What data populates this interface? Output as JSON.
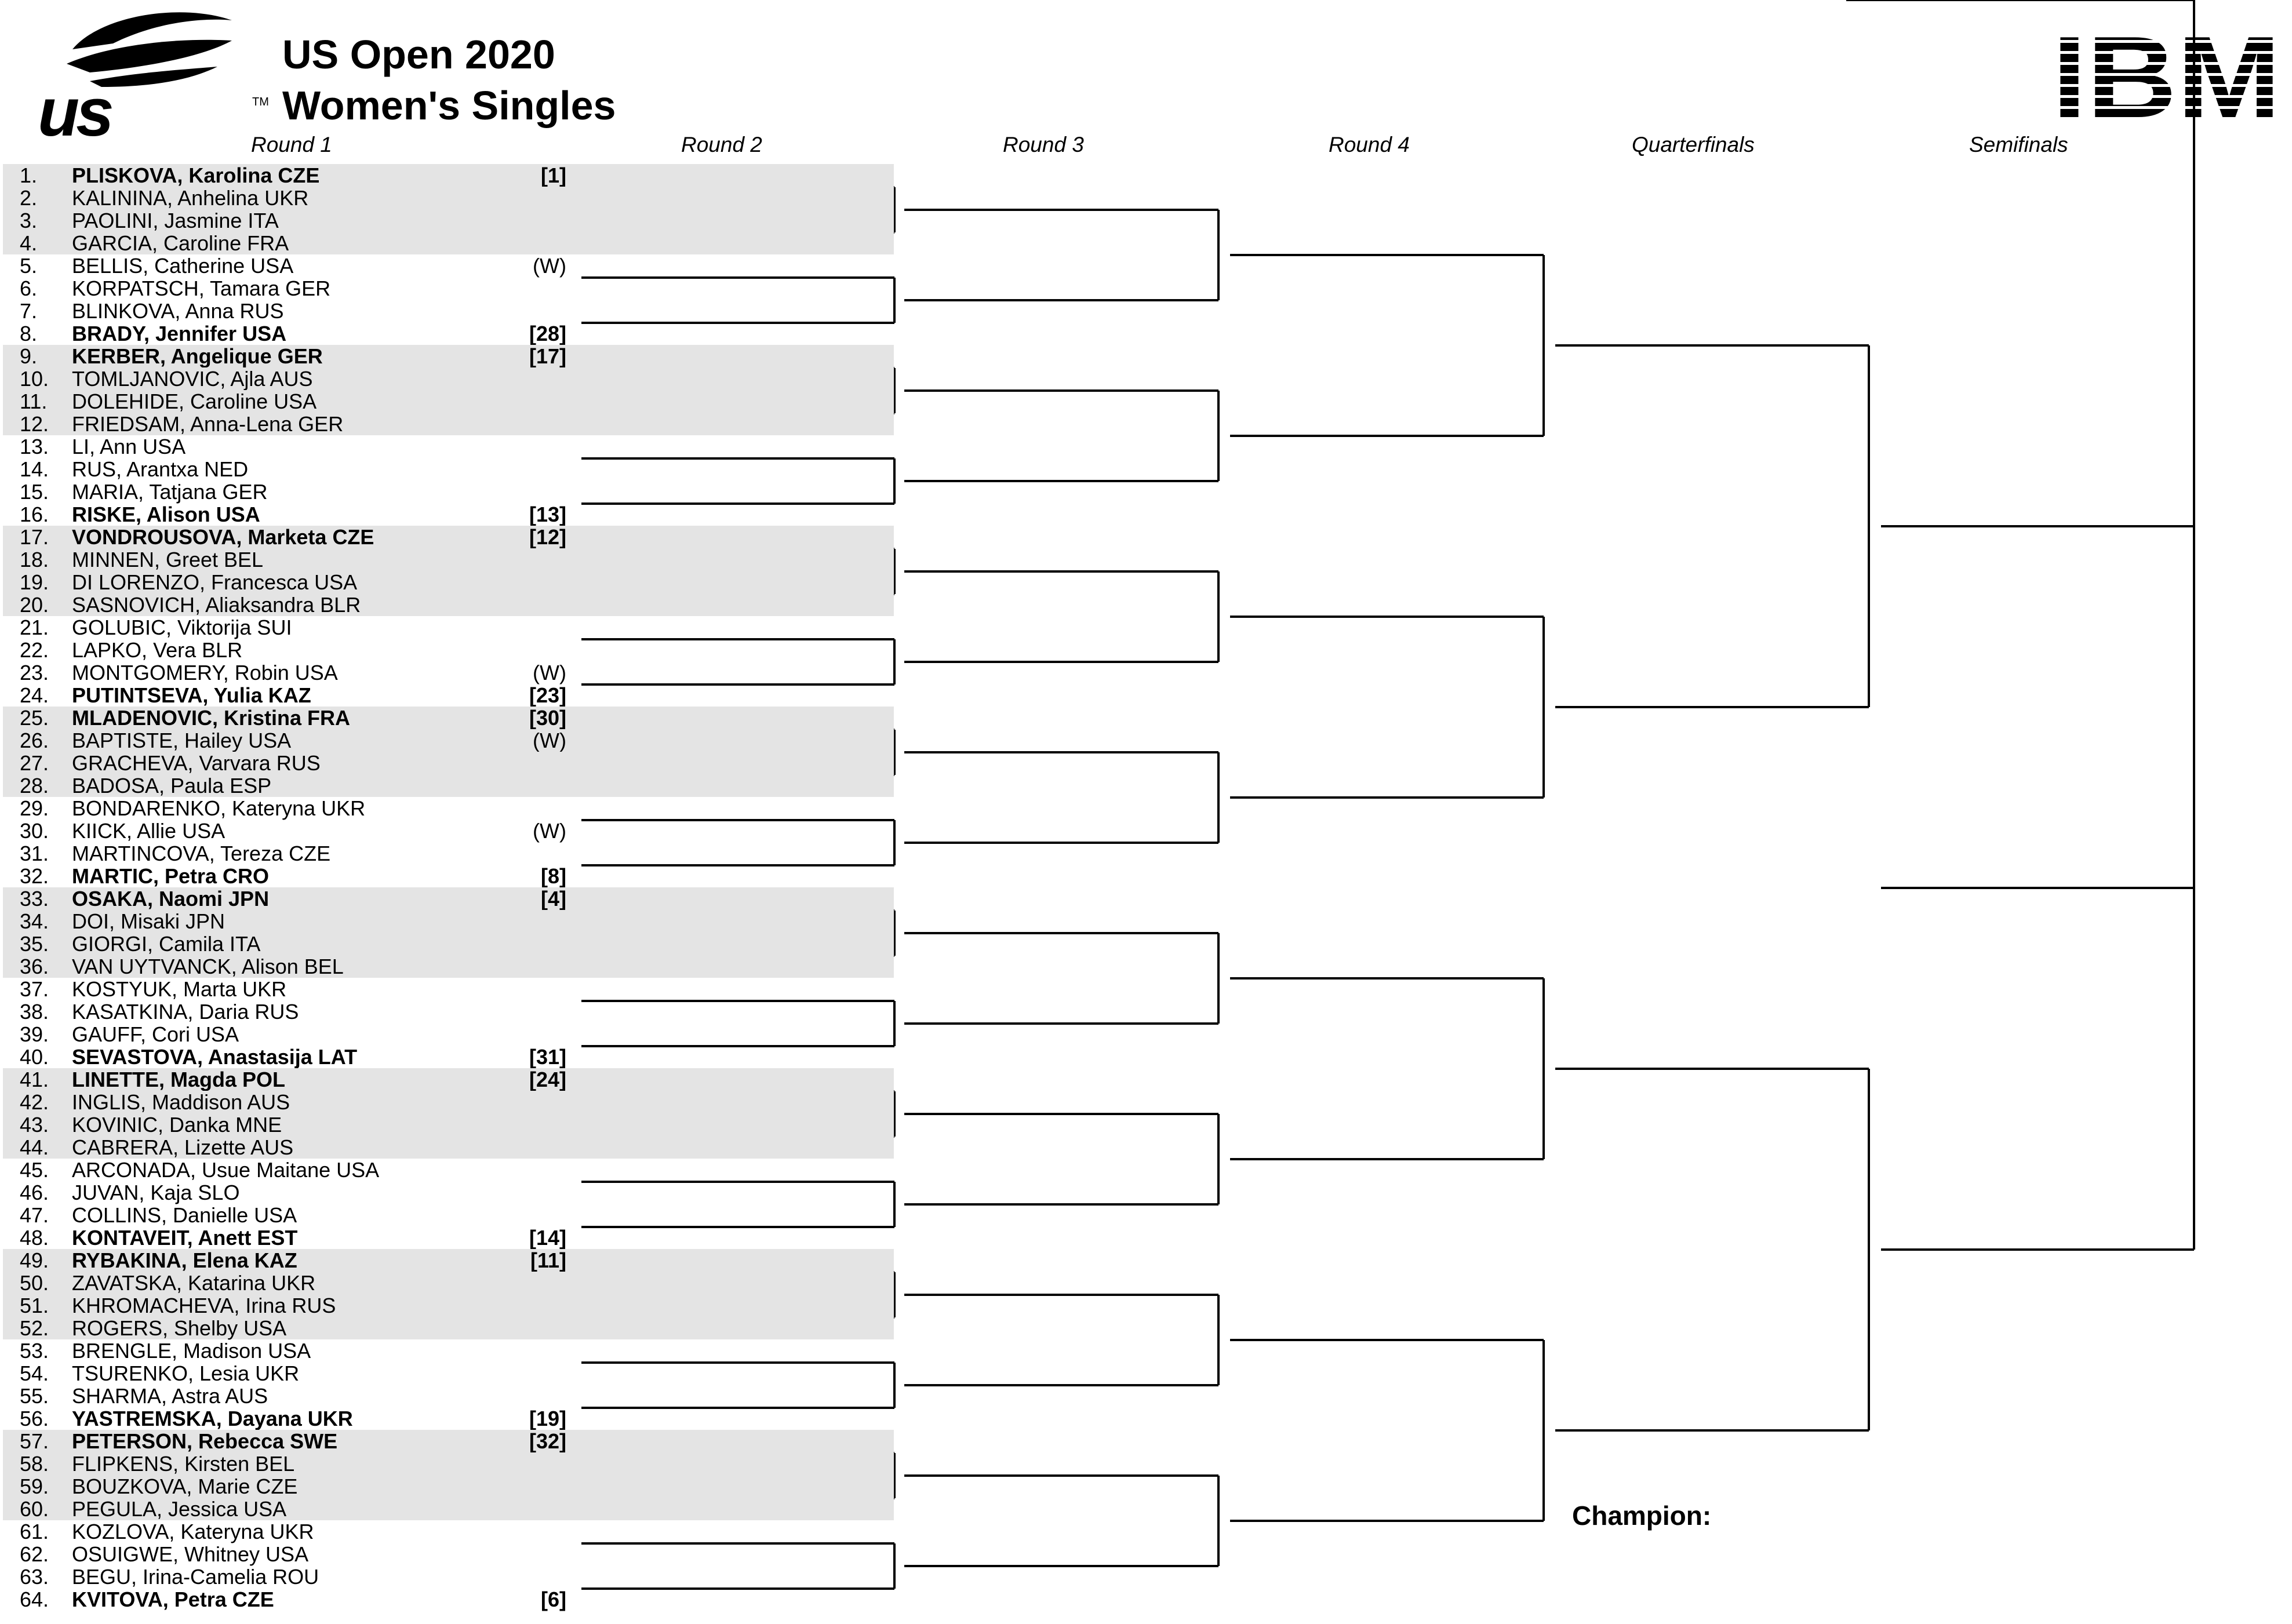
{
  "header": {
    "logo_text": "us open",
    "logo_tm": "TM",
    "title_line1": "US Open 2020",
    "title_line2": "Women's Singles",
    "sponsor": "IBM"
  },
  "rounds": [
    "Round 1",
    "Round 2",
    "Round 3",
    "Round 4",
    "Quarterfinals",
    "Semifinals"
  ],
  "champion_label": "Champion:",
  "draw": [
    {
      "num": "1.",
      "name": "PLISKOVA, Karolina CZE",
      "seed": "[1]"
    },
    {
      "num": "2.",
      "name": "KALININA, Anhelina UKR",
      "seed": ""
    },
    {
      "num": "3.",
      "name": "PAOLINI, Jasmine ITA",
      "seed": ""
    },
    {
      "num": "4.",
      "name": "GARCIA, Caroline FRA",
      "seed": ""
    },
    {
      "num": "5.",
      "name": "BELLIS, Catherine USA",
      "seed": "(W)"
    },
    {
      "num": "6.",
      "name": "KORPATSCH, Tamara GER",
      "seed": ""
    },
    {
      "num": "7.",
      "name": "BLINKOVA, Anna RUS",
      "seed": ""
    },
    {
      "num": "8.",
      "name": "BRADY, Jennifer USA",
      "seed": "[28]"
    },
    {
      "num": "9.",
      "name": "KERBER, Angelique GER",
      "seed": "[17]"
    },
    {
      "num": "10.",
      "name": "TOMLJANOVIC, Ajla AUS",
      "seed": ""
    },
    {
      "num": "11.",
      "name": "DOLEHIDE, Caroline USA",
      "seed": ""
    },
    {
      "num": "12.",
      "name": "FRIEDSAM, Anna-Lena GER",
      "seed": ""
    },
    {
      "num": "13.",
      "name": "LI, Ann USA",
      "seed": ""
    },
    {
      "num": "14.",
      "name": "RUS, Arantxa NED",
      "seed": ""
    },
    {
      "num": "15.",
      "name": "MARIA, Tatjana GER",
      "seed": ""
    },
    {
      "num": "16.",
      "name": "RISKE, Alison USA",
      "seed": "[13]"
    },
    {
      "num": "17.",
      "name": "VONDROUSOVA, Marketa CZE",
      "seed": "[12]"
    },
    {
      "num": "18.",
      "name": "MINNEN, Greet BEL",
      "seed": ""
    },
    {
      "num": "19.",
      "name": "DI LORENZO, Francesca USA",
      "seed": ""
    },
    {
      "num": "20.",
      "name": "SASNOVICH, Aliaksandra BLR",
      "seed": ""
    },
    {
      "num": "21.",
      "name": "GOLUBIC, Viktorija SUI",
      "seed": ""
    },
    {
      "num": "22.",
      "name": "LAPKO, Vera BLR",
      "seed": ""
    },
    {
      "num": "23.",
      "name": "MONTGOMERY, Robin USA",
      "seed": "(W)"
    },
    {
      "num": "24.",
      "name": "PUTINTSEVA, Yulia KAZ",
      "seed": "[23]"
    },
    {
      "num": "25.",
      "name": "MLADENOVIC, Kristina FRA",
      "seed": "[30]"
    },
    {
      "num": "26.",
      "name": "BAPTISTE, Hailey USA",
      "seed": "(W)"
    },
    {
      "num": "27.",
      "name": "GRACHEVA, Varvara RUS",
      "seed": ""
    },
    {
      "num": "28.",
      "name": "BADOSA, Paula ESP",
      "seed": ""
    },
    {
      "num": "29.",
      "name": "BONDARENKO, Kateryna UKR",
      "seed": ""
    },
    {
      "num": "30.",
      "name": "KIICK, Allie USA",
      "seed": "(W)"
    },
    {
      "num": "31.",
      "name": "MARTINCOVA, Tereza CZE",
      "seed": ""
    },
    {
      "num": "32.",
      "name": "MARTIC, Petra CRO",
      "seed": "[8]"
    },
    {
      "num": "33.",
      "name": "OSAKA, Naomi JPN",
      "seed": "[4]"
    },
    {
      "num": "34.",
      "name": "DOI, Misaki JPN",
      "seed": ""
    },
    {
      "num": "35.",
      "name": "GIORGI, Camila ITA",
      "seed": ""
    },
    {
      "num": "36.",
      "name": "VAN UYTVANCK, Alison BEL",
      "seed": ""
    },
    {
      "num": "37.",
      "name": "KOSTYUK, Marta UKR",
      "seed": ""
    },
    {
      "num": "38.",
      "name": "KASATKINA, Daria RUS",
      "seed": ""
    },
    {
      "num": "39.",
      "name": "GAUFF, Cori USA",
      "seed": ""
    },
    {
      "num": "40.",
      "name": "SEVASTOVA, Anastasija LAT",
      "seed": "[31]"
    },
    {
      "num": "41.",
      "name": "LINETTE, Magda POL",
      "seed": "[24]"
    },
    {
      "num": "42.",
      "name": "INGLIS, Maddison AUS",
      "seed": ""
    },
    {
      "num": "43.",
      "name": "KOVINIC, Danka MNE",
      "seed": ""
    },
    {
      "num": "44.",
      "name": "CABRERA, Lizette AUS",
      "seed": ""
    },
    {
      "num": "45.",
      "name": "ARCONADA, Usue Maitane USA",
      "seed": ""
    },
    {
      "num": "46.",
      "name": "JUVAN, Kaja SLO",
      "seed": ""
    },
    {
      "num": "47.",
      "name": "COLLINS, Danielle USA",
      "seed": ""
    },
    {
      "num": "48.",
      "name": "KONTAVEIT, Anett EST",
      "seed": "[14]"
    },
    {
      "num": "49.",
      "name": "RYBAKINA, Elena KAZ",
      "seed": "[11]"
    },
    {
      "num": "50.",
      "name": "ZAVATSKA, Katarina UKR",
      "seed": ""
    },
    {
      "num": "51.",
      "name": "KHROMACHEVA, Irina RUS",
      "seed": ""
    },
    {
      "num": "52.",
      "name": "ROGERS, Shelby USA",
      "seed": ""
    },
    {
      "num": "53.",
      "name": "BRENGLE, Madison USA",
      "seed": ""
    },
    {
      "num": "54.",
      "name": "TSURENKO, Lesia UKR",
      "seed": ""
    },
    {
      "num": "55.",
      "name": "SHARMA, Astra AUS",
      "seed": ""
    },
    {
      "num": "56.",
      "name": "YASTREMSKA, Dayana UKR",
      "seed": "[19]"
    },
    {
      "num": "57.",
      "name": "PETERSON, Rebecca SWE",
      "seed": "[32]"
    },
    {
      "num": "58.",
      "name": "FLIPKENS, Kirsten BEL",
      "seed": ""
    },
    {
      "num": "59.",
      "name": "BOUZKOVA, Marie CZE",
      "seed": ""
    },
    {
      "num": "60.",
      "name": "PEGULA, Jessica USA",
      "seed": ""
    },
    {
      "num": "61.",
      "name": "KOZLOVA, Kateryna UKR",
      "seed": ""
    },
    {
      "num": "62.",
      "name": "OSUIGWE, Whitney USA",
      "seed": ""
    },
    {
      "num": "63.",
      "name": "BEGU, Irina-Camelia ROU",
      "seed": ""
    },
    {
      "num": "64.",
      "name": "KVITOVA, Petra CZE",
      "seed": "[6]"
    }
  ]
}
